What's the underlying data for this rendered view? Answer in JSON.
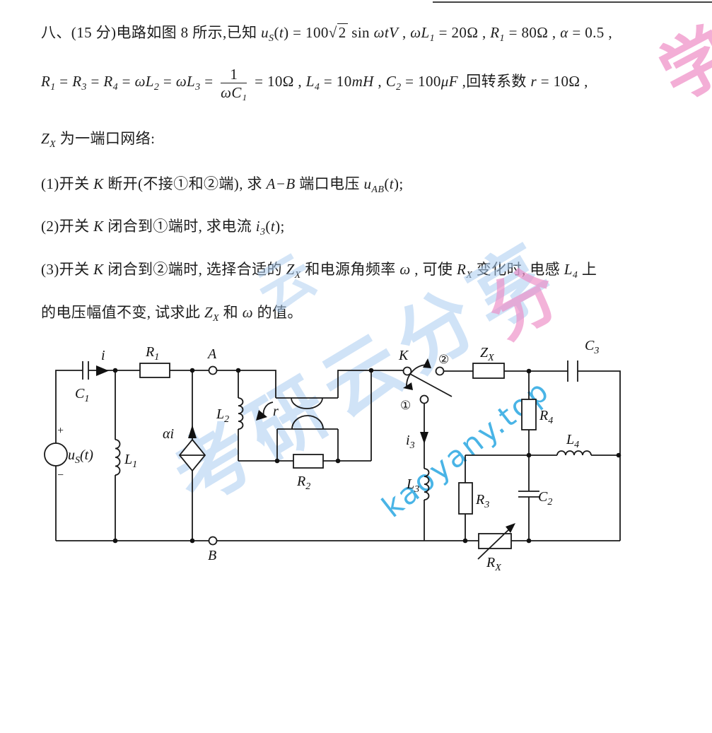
{
  "problem": {
    "lines": [
      {
        "segments": [
          {
            "k": "t",
            "x": "八、(15 分)电路如图 8 所示,已知 "
          },
          {
            "k": "v",
            "x": "u"
          },
          {
            "k": "s",
            "x": "S"
          },
          {
            "k": "t",
            "x": "("
          },
          {
            "k": "v",
            "x": "t"
          },
          {
            "k": "t",
            "x": ") = 100"
          },
          {
            "k": "r",
            "x": "2"
          },
          {
            "k": "t",
            "x": " sin "
          },
          {
            "k": "v",
            "x": "ωtV"
          },
          {
            "k": "t",
            "x": " , "
          },
          {
            "k": "v",
            "x": "ωL"
          },
          {
            "k": "s",
            "x": "1"
          },
          {
            "k": "t",
            "x": " = 20Ω , "
          },
          {
            "k": "v",
            "x": "R"
          },
          {
            "k": "s",
            "x": "1"
          },
          {
            "k": "t",
            "x": " = 80Ω , "
          },
          {
            "k": "v",
            "x": "α"
          },
          {
            "k": "t",
            "x": " = 0.5 ,"
          }
        ]
      },
      {
        "segments": [
          {
            "k": "v",
            "x": "R"
          },
          {
            "k": "s",
            "x": "1"
          },
          {
            "k": "t",
            "x": " = "
          },
          {
            "k": "v",
            "x": "R"
          },
          {
            "k": "s",
            "x": "3"
          },
          {
            "k": "t",
            "x": " = "
          },
          {
            "k": "v",
            "x": "R"
          },
          {
            "k": "s",
            "x": "4"
          },
          {
            "k": "t",
            "x": " = "
          },
          {
            "k": "v",
            "x": "ωL"
          },
          {
            "k": "s",
            "x": "2"
          },
          {
            "k": "t",
            "x": " = "
          },
          {
            "k": "v",
            "x": "ωL"
          },
          {
            "k": "s",
            "x": "3"
          },
          {
            "k": "t",
            "x": " = "
          },
          {
            "k": "f",
            "n": "1",
            "d": "ωC₁"
          },
          {
            "k": "t",
            "x": " = 10Ω , "
          },
          {
            "k": "v",
            "x": "L"
          },
          {
            "k": "s",
            "x": "4"
          },
          {
            "k": "t",
            "x": " = 10"
          },
          {
            "k": "v",
            "x": "mH"
          },
          {
            "k": "t",
            "x": " , "
          },
          {
            "k": "v",
            "x": "C"
          },
          {
            "k": "s",
            "x": "2"
          },
          {
            "k": "t",
            "x": " = 100"
          },
          {
            "k": "v",
            "x": "μF"
          },
          {
            "k": "t",
            "x": " ,回转系数 "
          },
          {
            "k": "v",
            "x": "r"
          },
          {
            "k": "t",
            "x": " = 10Ω ,"
          }
        ]
      },
      {
        "segments": [
          {
            "k": "v",
            "x": "Z"
          },
          {
            "k": "s",
            "x": "X"
          },
          {
            "k": "t",
            "x": " 为一端口网络:"
          }
        ]
      },
      {
        "segments": [
          {
            "k": "t",
            "x": "(1)开关 "
          },
          {
            "k": "v",
            "x": "K"
          },
          {
            "k": "t",
            "x": " 断开(不接①和②端), 求 "
          },
          {
            "k": "v",
            "x": "A−B"
          },
          {
            "k": "t",
            "x": " 端口电压 "
          },
          {
            "k": "v",
            "x": "u"
          },
          {
            "k": "s",
            "x": "AB"
          },
          {
            "k": "t",
            "x": "("
          },
          {
            "k": "v",
            "x": "t"
          },
          {
            "k": "t",
            "x": ");"
          }
        ]
      },
      {
        "segments": [
          {
            "k": "t",
            "x": "(2)开关 "
          },
          {
            "k": "v",
            "x": "K"
          },
          {
            "k": "t",
            "x": " 闭合到①端时, 求电流 "
          },
          {
            "k": "v",
            "x": "i"
          },
          {
            "k": "s",
            "x": "3"
          },
          {
            "k": "t",
            "x": "("
          },
          {
            "k": "v",
            "x": "t"
          },
          {
            "k": "t",
            "x": ");"
          }
        ]
      },
      {
        "segments": [
          {
            "k": "t",
            "x": "(3)开关 "
          },
          {
            "k": "v",
            "x": "K"
          },
          {
            "k": "t",
            "x": " 闭合到②端时, 选择合适的 "
          },
          {
            "k": "v",
            "x": "Z"
          },
          {
            "k": "s",
            "x": "X"
          },
          {
            "k": "t",
            "x": " 和电源角频率 "
          },
          {
            "k": "v",
            "x": "ω"
          },
          {
            "k": "t",
            "x": " , 可使 "
          },
          {
            "k": "v",
            "x": "R"
          },
          {
            "k": "s",
            "x": "X"
          },
          {
            "k": "t",
            "x": " 变化时, 电感 "
          },
          {
            "k": "v",
            "x": "L"
          },
          {
            "k": "s",
            "x": "4"
          },
          {
            "k": "t",
            "x": " 上"
          }
        ]
      },
      {
        "segments": [
          {
            "k": "t",
            "x": "的电压幅值不变, 试求此 "
          },
          {
            "k": "v",
            "x": "Z"
          },
          {
            "k": "s",
            "x": "X"
          },
          {
            "k": "t",
            "x": " 和 "
          },
          {
            "k": "v",
            "x": "ω"
          },
          {
            "k": "t",
            "x": " 的值。"
          }
        ]
      }
    ]
  },
  "circuit": {
    "labels": {
      "i": {
        "m": "i"
      },
      "C1": {
        "m": "C",
        "s": "1"
      },
      "R1": {
        "m": "R",
        "s": "1"
      },
      "A": {
        "m": "A"
      },
      "us": {
        "m": "u",
        "s": "S",
        "t": "(t)"
      },
      "plus": "+",
      "minus": "−",
      "L1": {
        "m": "L",
        "s": "1"
      },
      "ai": {
        "m": "αi"
      },
      "L2": {
        "m": "L",
        "s": "2"
      },
      "r": {
        "m": "r"
      },
      "R2": {
        "m": "R",
        "s": "2"
      },
      "B": {
        "m": "B"
      },
      "K": {
        "m": "K"
      },
      "n1": {
        "m": "①"
      },
      "n2": {
        "m": "②"
      },
      "i3": {
        "m": "i",
        "s": "3"
      },
      "L3": {
        "m": "L",
        "s": "3"
      },
      "ZX": {
        "m": "Z",
        "s": "X"
      },
      "C3": {
        "m": "C",
        "s": "3"
      },
      "R4": {
        "m": "R",
        "s": "4"
      },
      "L4": {
        "m": "L",
        "s": "4"
      },
      "R3": {
        "m": "R",
        "s": "3"
      },
      "C2": {
        "m": "C",
        "s": "2"
      },
      "RX": {
        "m": "R",
        "s": "X"
      }
    }
  },
  "watermarks": {
    "cn_text": "考研云分享",
    "cn_color": "#aacdf1",
    "site_text": "kaoyany.top",
    "site_color": "#2aa7e2",
    "pink_char_mid": "分",
    "pink_char_top": "学",
    "pink_color": "#ee8cc6",
    "blue_small_char": "云"
  }
}
